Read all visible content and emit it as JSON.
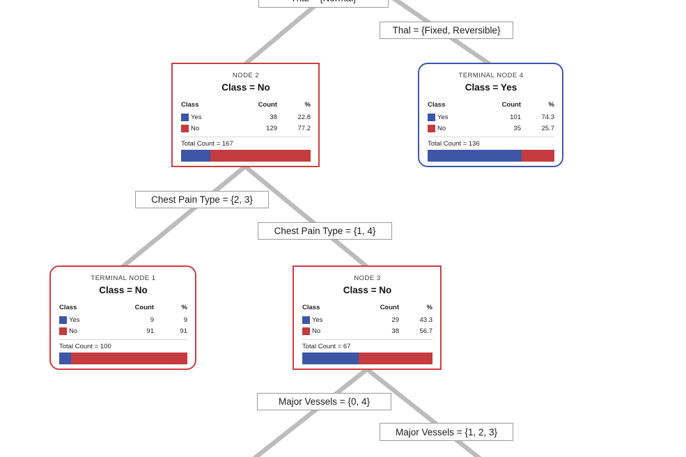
{
  "tree": {
    "colors": {
      "yes_blue": "#3d56a6",
      "no_red": "#c43b40",
      "internal_border_red": "#cf3c3e",
      "terminal_border_blue": "#3b57a8",
      "edge_gray": "#bcbcbc"
    },
    "edge_labels": [
      {
        "text": "Thal = {Normal}"
      },
      {
        "text": "Thal = {Fixed, Reversible}"
      },
      {
        "text": "Chest Pain Type = {2, 3}"
      },
      {
        "text": "Chest Pain Type = {1, 4}"
      },
      {
        "text": "Major Vessels = {0, 4}"
      },
      {
        "text": "Major Vessels = {1, 2, 3}"
      }
    ],
    "table_headers": {
      "class": "Class",
      "count": "Count",
      "pct": "%"
    },
    "nodes": [
      {
        "title": "NODE 2",
        "class_label": "Class = No",
        "rows": [
          {
            "label": "Yes",
            "count": "38",
            "pct": "22.8"
          },
          {
            "label": "No",
            "count": "129",
            "pct": "77.2"
          }
        ],
        "total_label": "Total Count = 167",
        "bar": {
          "yes_width": "22.8%",
          "no_width": "77.2%"
        }
      },
      {
        "title": "TERMINAL NODE 4",
        "class_label": "Class = Yes",
        "rows": [
          {
            "label": "Yes",
            "count": "101",
            "pct": "74.3"
          },
          {
            "label": "No",
            "count": "35",
            "pct": "25.7"
          }
        ],
        "total_label": "Total Count = 136",
        "bar": {
          "yes_width": "74.3%",
          "no_width": "25.7%"
        }
      },
      {
        "title": "TERMINAL NODE 1",
        "class_label": "Class = No",
        "rows": [
          {
            "label": "Yes",
            "count": "9",
            "pct": "9"
          },
          {
            "label": "No",
            "count": "91",
            "pct": "91"
          }
        ],
        "total_label": "Total Count = 100",
        "bar": {
          "yes_width": "9%",
          "no_width": "91%"
        }
      },
      {
        "title": "NODE 3",
        "class_label": "Class = No",
        "rows": [
          {
            "label": "Yes",
            "count": "29",
            "pct": "43.3"
          },
          {
            "label": "No",
            "count": "38",
            "pct": "56.7"
          }
        ],
        "total_label": "Total Count = 67",
        "bar": {
          "yes_width": "43.3%",
          "no_width": "56.7%"
        }
      }
    ]
  }
}
